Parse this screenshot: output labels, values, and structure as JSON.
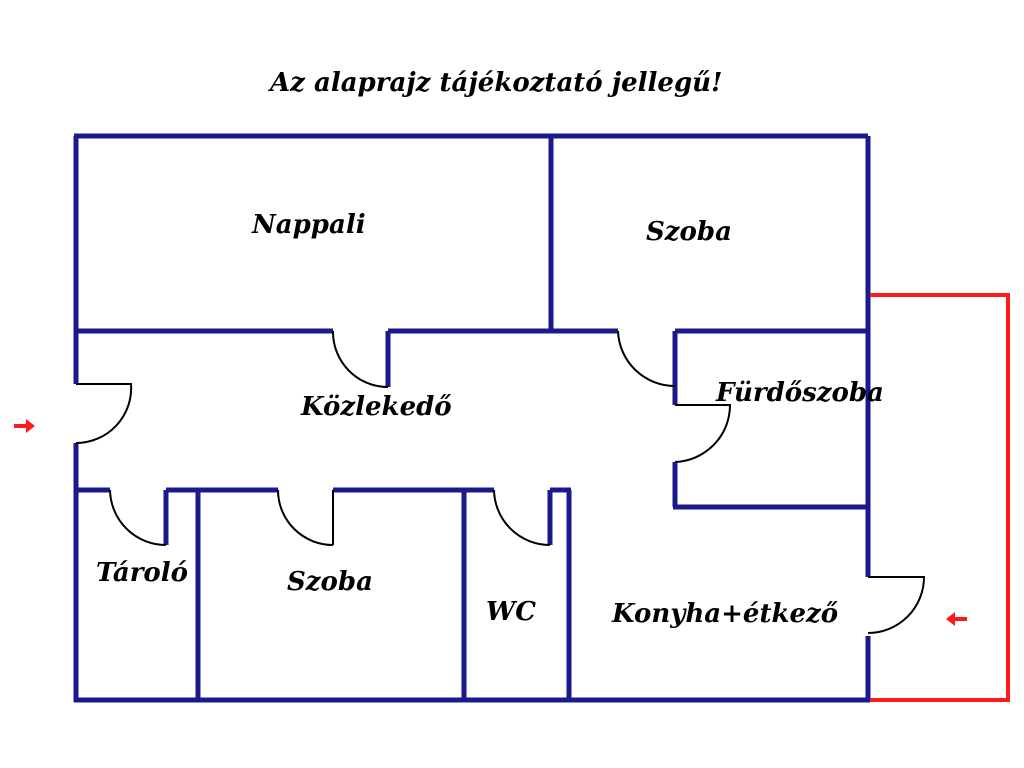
{
  "title": "Az alaprajz tájékoztató jellegű!",
  "rooms": {
    "nappali": "Nappali",
    "szoba_top": "Szoba",
    "kozlekedo": "Közlekedő",
    "furdoszoba": "Fürdőszoba",
    "tarolo": "Tároló",
    "szoba_bottom": "Szoba",
    "wc": "WC",
    "konyha": "Konyha+étkező"
  },
  "colors": {
    "wall": "#1a1a8c",
    "entrance": "#ff1a1a",
    "door_arc": "#000000",
    "text": "#000000",
    "background": "#ffffff"
  }
}
